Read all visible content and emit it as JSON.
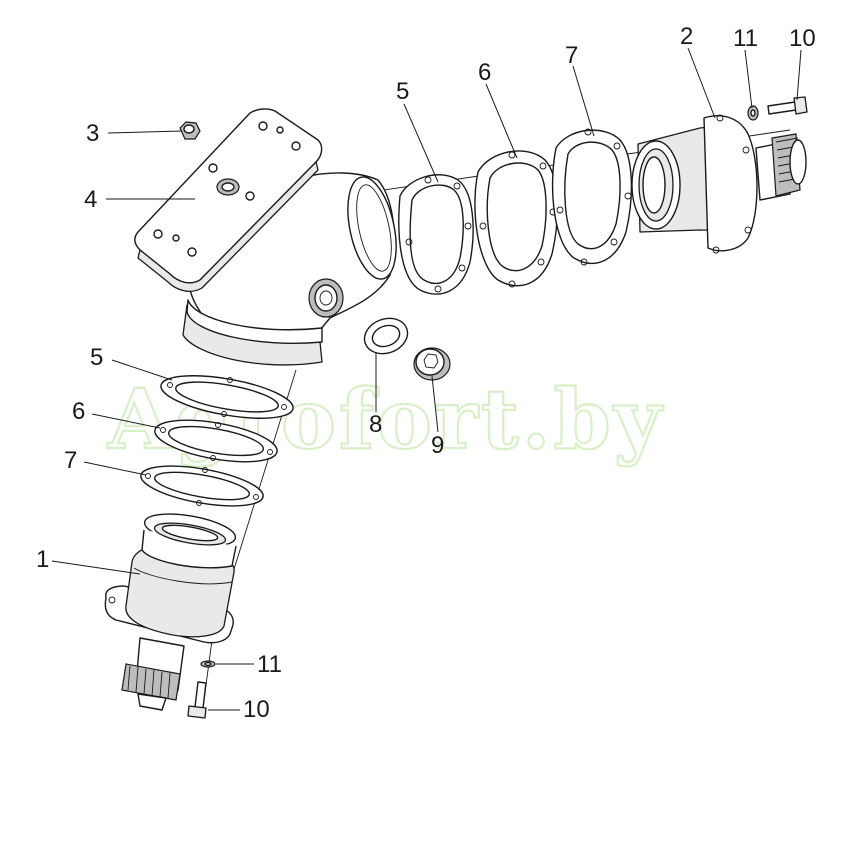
{
  "watermark": "Agrofort.by",
  "callouts": {
    "c1": "1",
    "c2": "2",
    "c3": "3",
    "c4": "4",
    "c5_top": "5",
    "c6_top": "6",
    "c7_top": "7",
    "c5_left": "5",
    "c6_left": "6",
    "c7_left": "7",
    "c8": "8",
    "c9": "9",
    "c10_top": "10",
    "c11_top": "11",
    "c10_bottom": "10",
    "c11_bottom": "11"
  }
}
